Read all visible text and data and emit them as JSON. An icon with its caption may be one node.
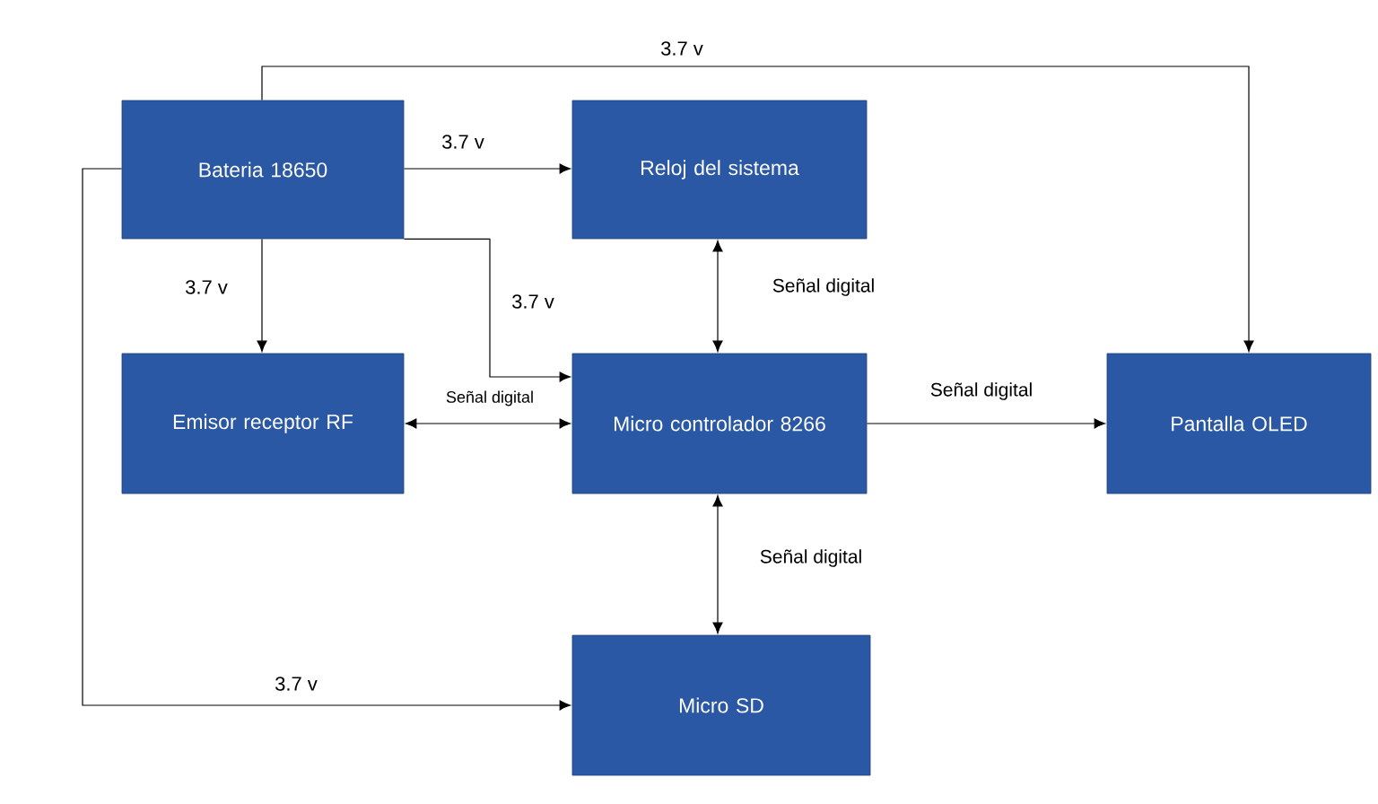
{
  "diagram": {
    "nodes": [
      {
        "text": [
          "Bateria 18650"
        ]
      },
      {
        "text": [
          "Reloj del sistema"
        ]
      },
      {
        "text": [
          "Emisor receptor RF"
        ]
      },
      {
        "text": [
          "Micro controlador 8266"
        ]
      },
      {
        "text": [
          "Pantalla OLED"
        ]
      },
      {
        "text": [
          "Micro SD"
        ]
      }
    ],
    "edges": [
      {
        "from": 0,
        "to": 1,
        "arrow": "to",
        "label": "3.7 v"
      },
      {
        "from": 0,
        "to": 4,
        "arrow": "to",
        "label": "3.7 v"
      },
      {
        "from": 0,
        "to": 2,
        "arrow": "to",
        "label": "3.7 v"
      },
      {
        "from": 0,
        "to": 3,
        "arrow": "to",
        "label": "3.7 v"
      },
      {
        "from": 0,
        "to": 5,
        "arrow": "to",
        "label": "3.7 v"
      },
      {
        "from": 1,
        "to": 3,
        "arrow": "both",
        "label": "Señal digital"
      },
      {
        "from": 2,
        "to": 3,
        "arrow": "both",
        "label": "Señal digital"
      },
      {
        "from": 3,
        "to": 4,
        "arrow": "to",
        "label": "Señal digital"
      },
      {
        "from": 3,
        "to": 5,
        "arrow": "both",
        "label": "Señal digital"
      }
    ]
  }
}
